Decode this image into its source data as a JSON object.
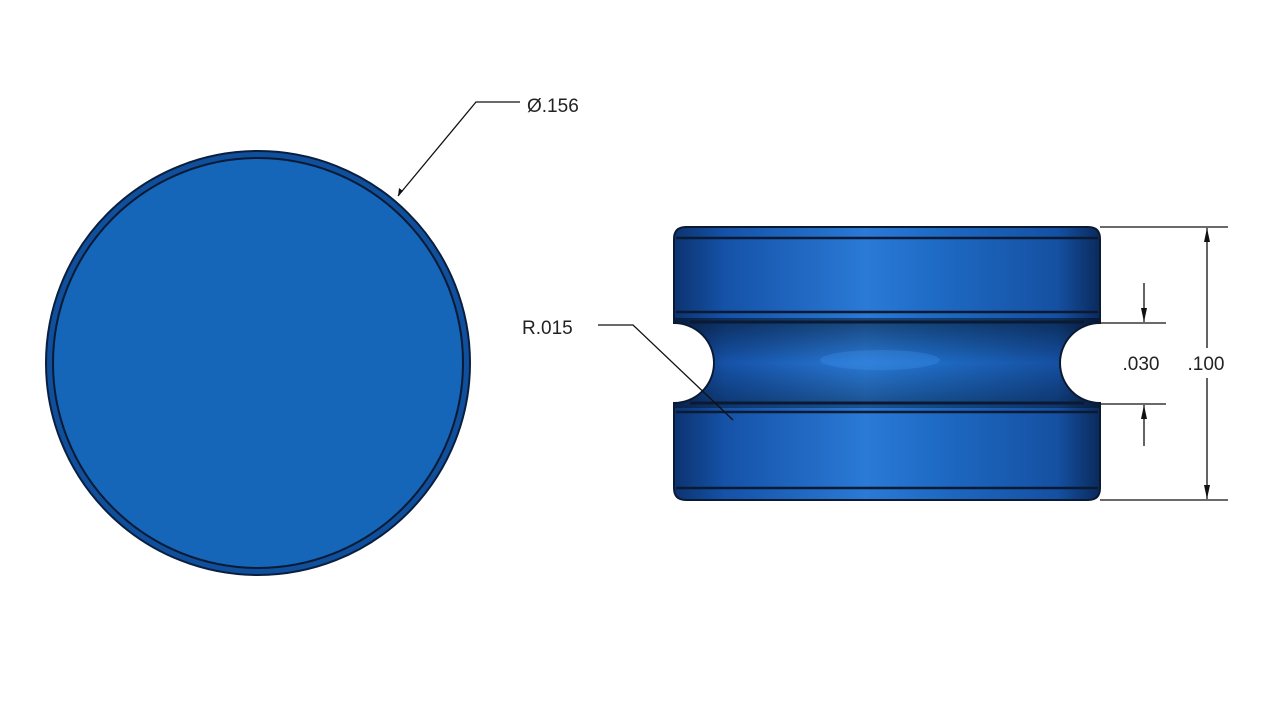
{
  "drawing": {
    "diameter_label": "Ø.156",
    "radius_label": "R.015",
    "groove_width_label": ".030",
    "overall_height_label": ".100"
  },
  "colors": {
    "part_fill": "#1565b8",
    "part_dark": "#0b2f66",
    "part_light": "#2f86e0",
    "line": "#111111"
  }
}
